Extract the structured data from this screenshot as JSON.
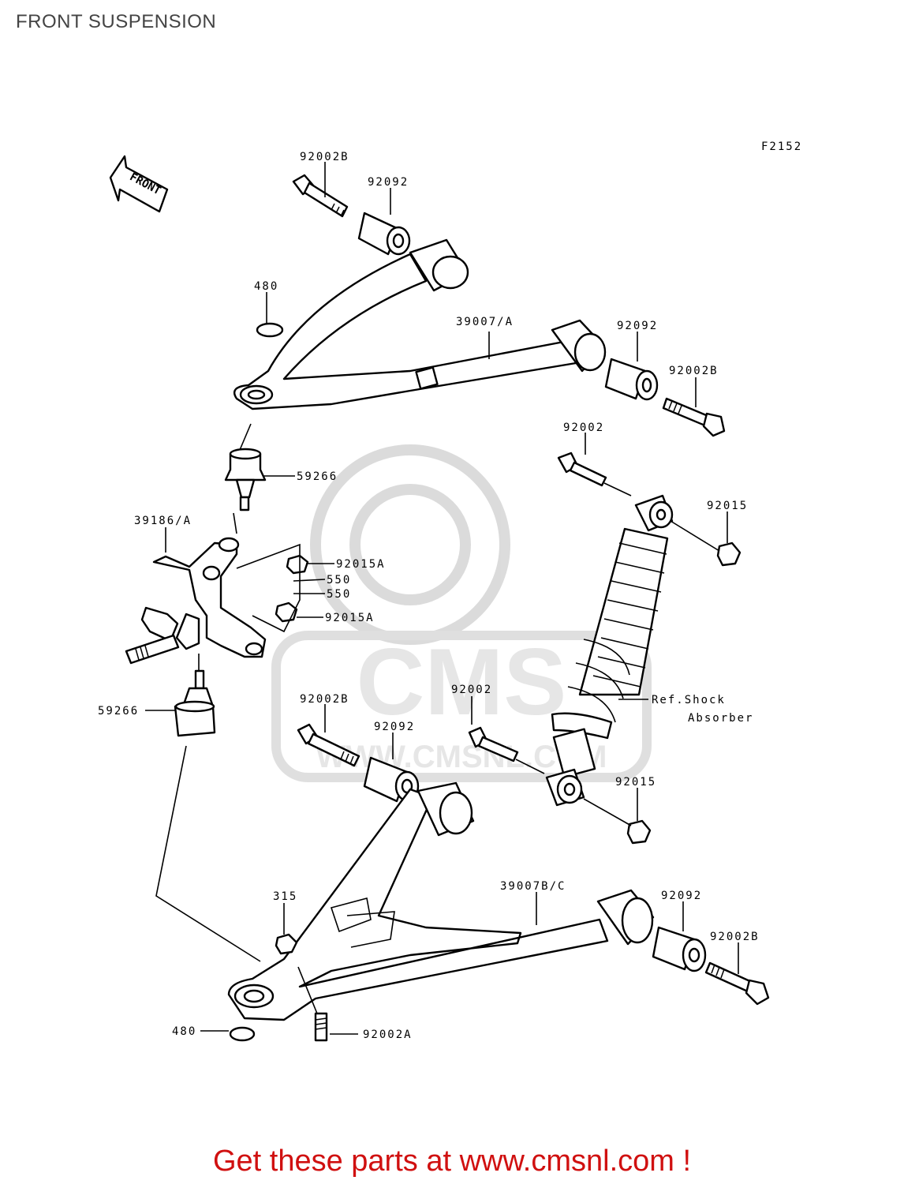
{
  "title": "FRONT SUSPENSION",
  "figure_code": "F2152",
  "front_label": "FRONT",
  "footer": "Get these parts at www.cmsnl.com !",
  "watermark": {
    "brand": "CMS",
    "url": "WWW.CMSNL.COM"
  },
  "labels": {
    "p92002B_top": "92002B",
    "p92092_top": "92092",
    "p480_top": "480",
    "p39007A": "39007/A",
    "p92092_right": "92092",
    "p92002B_right": "92002B",
    "p92002_top": "92002",
    "p92015_top": "92015",
    "p59266_top": "59266",
    "p39186A": "39186/A",
    "p92015A_1": "92015A",
    "p550_1": "550",
    "p550_2": "550",
    "p92015A_2": "92015A",
    "p59266_bot": "59266",
    "p92002B_mid": "92002B",
    "p92002_mid": "92002",
    "p92092_mid": "92092",
    "ref_shock_1": "Ref.Shock",
    "ref_shock_2": "Absorber",
    "p92015_bot": "92015",
    "p315": "315",
    "p39007BC": "39007B/C",
    "p92092_low": "92092",
    "p92002B_low": "92002B",
    "p480_bot": "480",
    "p92002A": "92002A"
  }
}
